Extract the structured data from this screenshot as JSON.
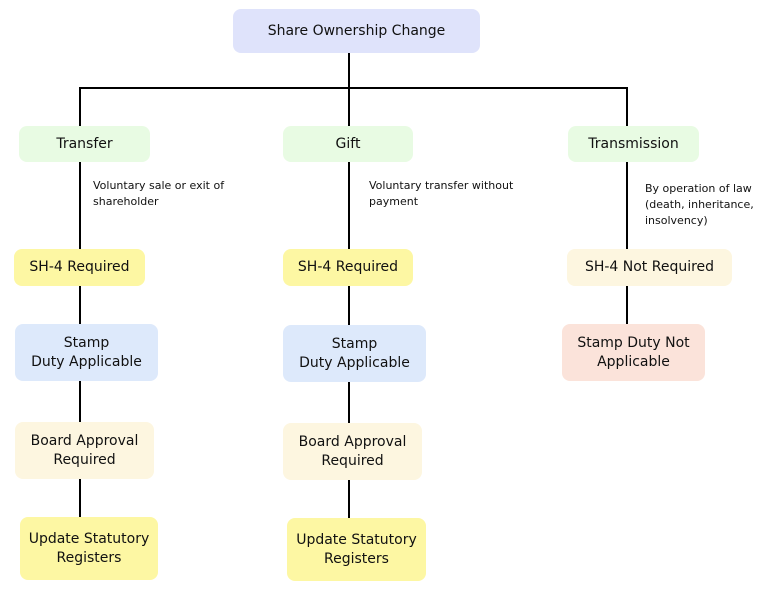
{
  "root": "Share Ownership Change",
  "branches": [
    {
      "label": "Transfer",
      "note": "Voluntary sale or exit of\nshareholder",
      "steps": [
        "SH-4 Required",
        "Stamp\nDuty Applicable",
        "Board Approval\nRequired",
        "Update Statutory\nRegisters"
      ]
    },
    {
      "label": "Gift",
      "note": "Voluntary transfer without\npayment",
      "steps": [
        "SH-4 Required",
        "Stamp\nDuty Applicable",
        "Board Approval\nRequired",
        "Update Statutory\nRegisters"
      ]
    },
    {
      "label": "Transmission",
      "note": "By operation of law\n(death, inheritance,\ninsolvency)",
      "steps": [
        "SH-4 Not Required",
        "Stamp Duty Not\nApplicable"
      ]
    }
  ],
  "colors": {
    "root": "#dfe3fb",
    "branch": "#e8fbe3",
    "sh4_required": "#fdf7a3",
    "sh4_not_required": "#fdf6e0",
    "stamp_applicable": "#dde9fb",
    "stamp_not_applicable": "#fbe3da",
    "board_approval": "#fdf6e0",
    "registers": "#fdf7a3"
  }
}
